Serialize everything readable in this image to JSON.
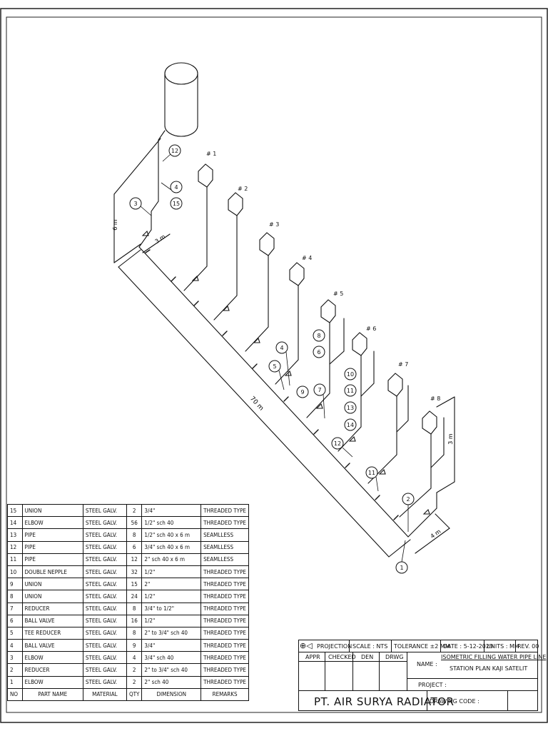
{
  "drawing": {
    "main_dim": "70 m",
    "height_dim": "6 m",
    "branch_dim": "3 m",
    "right_dim": "3 m",
    "end_dim": "4 m",
    "stations": [
      "# 1",
      "# 2",
      "# 3",
      "# 4",
      "# 5",
      "# 6",
      "# 7",
      "# 8"
    ],
    "callouts": {
      "c12a": "12",
      "c4a": "4",
      "c15": "15",
      "c3": "3",
      "c8": "8",
      "c6": "6",
      "c4b": "4",
      "c5": "5",
      "c9": "9",
      "c7": "7",
      "c10": "10",
      "c11a": "11",
      "c13": "13",
      "c14": "14",
      "c12b": "12",
      "c11b": "11",
      "c2": "2",
      "c1": "1"
    }
  },
  "bom": {
    "header": {
      "no": "NO",
      "part": "PART NAME",
      "material": "MATERIAL",
      "qty": "QTY",
      "dimension": "DIMENSION",
      "remarks": "REMARKS"
    },
    "rows": [
      {
        "no": "15",
        "part": "UNION",
        "material": "STEEL GALV.",
        "qty": "2",
        "dimension": "3/4\"",
        "remarks": "THREADED TYPE"
      },
      {
        "no": "14",
        "part": "ELBOW",
        "material": "STEEL GALV.",
        "qty": "56",
        "dimension": "1/2\" sch 40",
        "remarks": "THREADED TYPE"
      },
      {
        "no": "13",
        "part": "PIPE",
        "material": "STEEL GALV.",
        "qty": "8",
        "dimension": "1/2\" sch 40 x 6 m",
        "remarks": "SEAMLLESS"
      },
      {
        "no": "12",
        "part": "PIPE",
        "material": "STEEL GALV.",
        "qty": "6",
        "dimension": "3/4\" sch 40 x 6 m",
        "remarks": "SEAMLLESS"
      },
      {
        "no": "11",
        "part": "PIPE",
        "material": "STEEL GALV.",
        "qty": "12",
        "dimension": "2\" sch 40 x 6 m",
        "remarks": "SEAMLLESS"
      },
      {
        "no": "10",
        "part": "DOUBLE NEPPLE",
        "material": "STEEL GALV.",
        "qty": "32",
        "dimension": "1/2\"",
        "remarks": "THREADED TYPE"
      },
      {
        "no": "9",
        "part": "UNION",
        "material": "STEEL GALV.",
        "qty": "15",
        "dimension": "2\"",
        "remarks": "THREADED TYPE"
      },
      {
        "no": "8",
        "part": "UNION",
        "material": "STEEL GALV.",
        "qty": "24",
        "dimension": "1/2\"",
        "remarks": "THREADED TYPE"
      },
      {
        "no": "7",
        "part": "REDUCER",
        "material": "STEEL GALV.",
        "qty": "8",
        "dimension": "3/4\" to 1/2\"",
        "remarks": "THREADED TYPE"
      },
      {
        "no": "6",
        "part": "BALL VALVE",
        "material": "STEEL GALV.",
        "qty": "16",
        "dimension": "1/2\"",
        "remarks": "THREADED TYPE"
      },
      {
        "no": "5",
        "part": "TEE REDUCER",
        "material": "STEEL GALV.",
        "qty": "8",
        "dimension": "2\" to 3/4\" sch 40",
        "remarks": "THREADED TYPE"
      },
      {
        "no": "4",
        "part": "BALL VALVE",
        "material": "STEEL GALV.",
        "qty": "9",
        "dimension": "3/4\"",
        "remarks": "THREADED TYPE"
      },
      {
        "no": "3",
        "part": "ELBOW",
        "material": "STEEL GALV.",
        "qty": "4",
        "dimension": "3/4\" sch 40",
        "remarks": "THREADED TYPE"
      },
      {
        "no": "2",
        "part": "REDUCER",
        "material": "STEEL GALV.",
        "qty": "2",
        "dimension": "2\" to 3/4\" sch 40",
        "remarks": "THREADED TYPE"
      },
      {
        "no": "1",
        "part": "ELBOW",
        "material": "STEEL GALV.",
        "qty": "2",
        "dimension": "2\" sch 40",
        "remarks": "THREADED TYPE"
      }
    ]
  },
  "title_block": {
    "projection": "PROJECTION",
    "scale": "SCALE : NTS",
    "tolerance": "TOLERANCE ±2 MM",
    "date": "DATE : 5-12-2023",
    "units": "UNITS : MM",
    "rev": "REV. 00",
    "appr": "APPR",
    "checked": "CHECKED",
    "den": "DEN",
    "drwg": "DRWG",
    "name_label": "NAME :",
    "name_line1": "ISOMETRIC FILLING WATER PIPE LINE",
    "name_line2": "STATION PLAN KAJI SATELIT",
    "project_label": "PROJECT :",
    "company": "PT. AIR SURYA RADIATOR",
    "drawing_code_label": "DRAWING CODE :"
  }
}
